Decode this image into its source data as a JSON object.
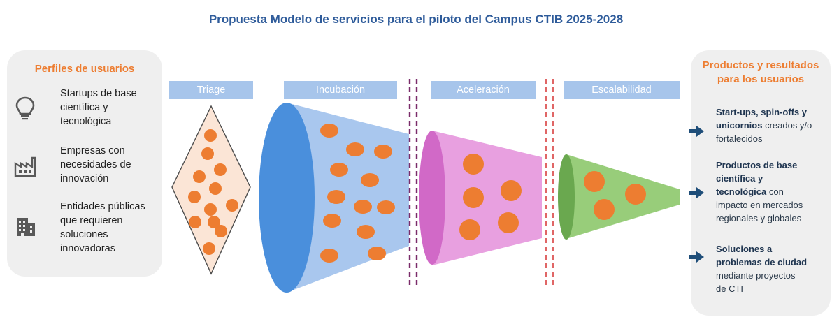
{
  "title": "Propuesta Modelo de servicios para el piloto del Campus CTIB 2025-2028",
  "profiles": {
    "title": "Perfiles de usuarios",
    "items": [
      {
        "icon": "lightbulb-icon",
        "text": "Startups de base científica y tecnológica"
      },
      {
        "icon": "factory-icon",
        "text": "Empresas con necesidades de innovación"
      },
      {
        "icon": "building-icon",
        "text": "Entidades públicas que requieren soluciones innovadoras"
      }
    ]
  },
  "stages": [
    {
      "label": "Triage"
    },
    {
      "label": "Incubación"
    },
    {
      "label": "Aceleración"
    },
    {
      "label": "Escalabilidad"
    }
  ],
  "results": {
    "title_line1": "Productos y resultados",
    "title_line2": "para los usuarios",
    "items": [
      {
        "lines": [
          [
            {
              "t": "Start-ups, spin-offs y",
              "b": true
            }
          ],
          [
            {
              "t": "unicornios",
              "b": true
            },
            {
              "t": " creados y/o",
              "b": false
            }
          ],
          [
            {
              "t": "fortalecidos",
              "b": false
            }
          ]
        ]
      },
      {
        "lines": [
          [
            {
              "t": "Productos de base",
              "b": true
            }
          ],
          [
            {
              "t": "científica y",
              "b": true
            }
          ],
          [
            {
              "t": "tecnológica",
              "b": true
            },
            {
              "t": " con",
              "b": false
            }
          ],
          [
            {
              "t": "impacto en mercados",
              "b": false
            }
          ],
          [
            {
              "t": "regionales y globales",
              "b": false
            }
          ]
        ]
      },
      {
        "lines": [
          [
            {
              "t": "Soluciones a",
              "b": true
            }
          ],
          [
            {
              "t": "problemas de ciudad",
              "b": true
            }
          ],
          [
            {
              "t": "mediante proyectos",
              "b": false
            }
          ],
          [
            {
              "t": "de CTI",
              "b": false
            }
          ]
        ]
      }
    ]
  },
  "colors": {
    "title": "#2e5b9a",
    "accent_orange": "#ed7d31",
    "stage_label_bg": "#a7c5eb",
    "triage_fill": "#fbe5d6",
    "incubation_body": "#a9c7ee",
    "incubation_end": "#4a8fdc",
    "acceleration_body": "#e8a0e0",
    "acceleration_end": "#d169c7",
    "scalability_body": "#98cd7a",
    "scalability_end": "#6aa84f",
    "divider_purple": "#7b2c6a",
    "divider_red": "#e06666",
    "arrow": "#1f4e79"
  }
}
